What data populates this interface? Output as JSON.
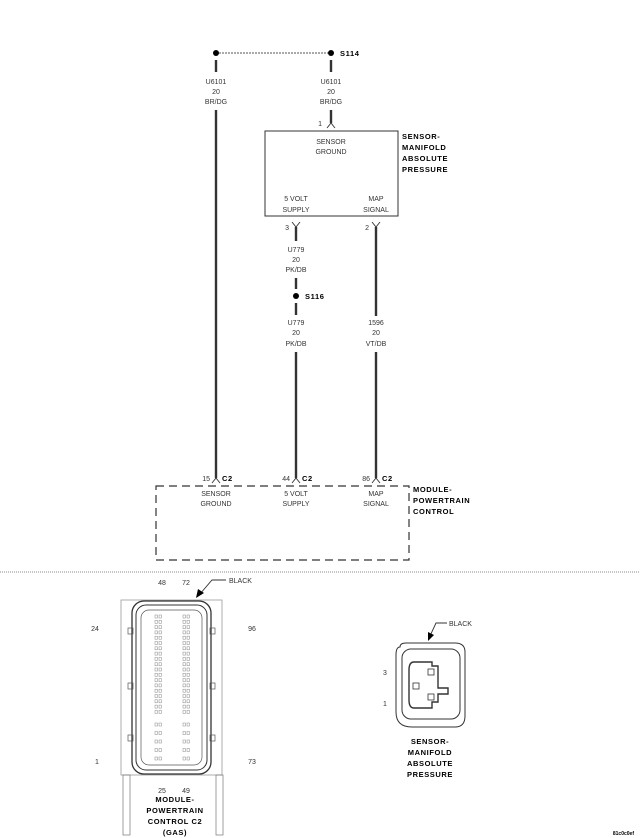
{
  "splices": {
    "top": "S114",
    "middle": "S116"
  },
  "wires": {
    "ground_left": {
      "circuit": "U6101",
      "gauge": "20",
      "color": "BR/DG"
    },
    "ground_right": {
      "circuit": "U6101",
      "gauge": "20",
      "color": "BR/DG"
    },
    "supply_upper": {
      "circuit": "U779",
      "gauge": "20",
      "color": "PK/DB"
    },
    "supply_lower": {
      "circuit": "U779",
      "gauge": "20",
      "color": "PK/DB"
    },
    "signal": {
      "circuit": "1596",
      "gauge": "20",
      "color": "VT/DB"
    }
  },
  "sensor": {
    "title": [
      "SENSOR-",
      "MANIFOLD",
      "ABSOLUTE",
      "PRESSURE"
    ],
    "pins": [
      {
        "num": "1",
        "label": [
          "SENSOR",
          "GROUND"
        ]
      },
      {
        "num": "3",
        "label": [
          "5 VOLT",
          "SUPPLY"
        ]
      },
      {
        "num": "2",
        "label": [
          "MAP",
          "SIGNAL"
        ]
      }
    ]
  },
  "module": {
    "title": [
      "MODULE-",
      "POWERTRAIN",
      "CONTROL"
    ],
    "connector": "C2",
    "pins": [
      {
        "num": "15",
        "label": [
          "SENSOR",
          "GROUND"
        ]
      },
      {
        "num": "44",
        "label": [
          "5 VOLT",
          "SUPPLY"
        ]
      },
      {
        "num": "86",
        "label": [
          "MAP",
          "SIGNAL"
        ]
      }
    ]
  },
  "c2_view": {
    "color": "BLACK",
    "pin_numbers": {
      "top_left": "48",
      "top_right": "72",
      "left_upper": "24",
      "right_upper": "96",
      "left_lower": "1",
      "right_lower": "73",
      "bottom_left": "25",
      "bottom_right": "49"
    },
    "title": [
      "MODULE-",
      "POWERTRAIN",
      "CONTROL C2",
      "(GAS)"
    ]
  },
  "map_view": {
    "color": "BLACK",
    "pin_numbers": {
      "upper": "3",
      "lower": "1"
    },
    "title": [
      "SENSOR-",
      "MANIFOLD",
      "ABSOLUTE",
      "PRESSURE"
    ]
  },
  "figure_code": "81c0c0ef"
}
